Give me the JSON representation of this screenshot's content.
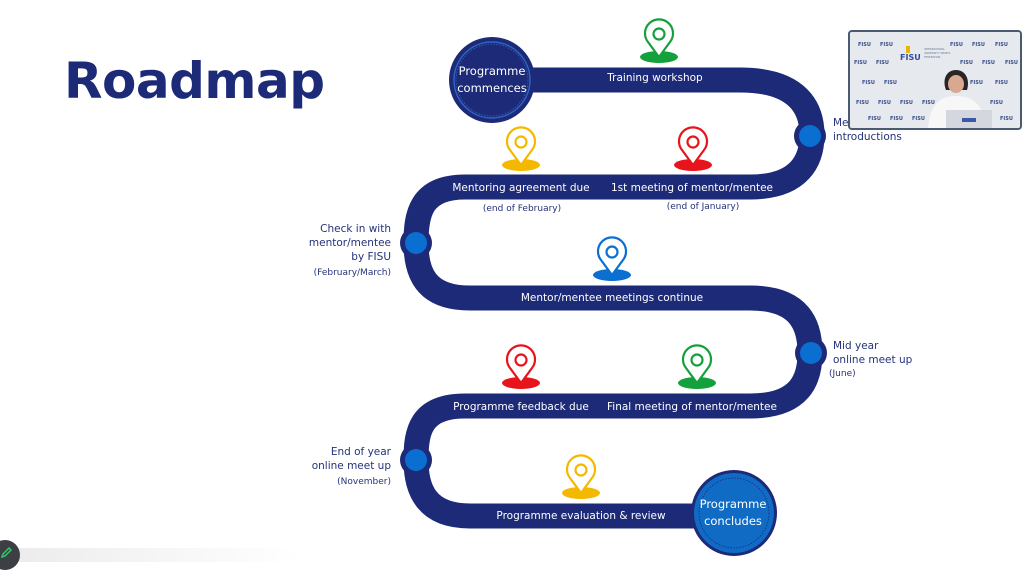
{
  "slide": {
    "title": "Roadmap",
    "colors": {
      "road": "#1c2a78",
      "node": "#0a6fd1",
      "text": "#24327a",
      "green": "#14a03c",
      "yellow": "#f5b800",
      "red": "#e8141c",
      "blue": "#0a6fd1"
    }
  },
  "start": {
    "line1": "Programme",
    "line2": "commences"
  },
  "end": {
    "line1": "Programme",
    "line2": "concludes"
  },
  "road_labels": {
    "training": "Training workshop",
    "agreement": "Mentoring agreement due",
    "agreement_sub": "(end of February)",
    "first_meeting": "1st meeting of mentor/mentee",
    "first_meeting_sub": "(end of January)",
    "meetings_continue": "Mentor/mentee meetings continue",
    "feedback": "Programme feedback due",
    "final_meeting": "Final meeting of mentor/mentee",
    "evaluation": "Programme evaluation & review"
  },
  "milestones": {
    "introductions": {
      "line1": "Me",
      "line2": "introductions"
    },
    "checkin": {
      "line1": "Check in with",
      "line2": "mentor/mentee",
      "line3": "by FISU",
      "sub": "(February/March)"
    },
    "midyear": {
      "line1": "Mid year",
      "line2": "online meet up",
      "sub": "(June)"
    },
    "endyear": {
      "line1": "End of year",
      "line2": "online meet up",
      "sub": "(November)"
    }
  },
  "pins": [
    {
      "name": "training-pin",
      "color": "green"
    },
    {
      "name": "agreement-pin",
      "color": "yellow"
    },
    {
      "name": "first-meeting-pin",
      "color": "red"
    },
    {
      "name": "meetings-continue-pin",
      "color": "blue"
    },
    {
      "name": "feedback-pin",
      "color": "red"
    },
    {
      "name": "final-meeting-pin",
      "color": "green"
    },
    {
      "name": "evaluation-pin",
      "color": "yellow"
    }
  ],
  "webcam": {
    "logo_text": "FISU",
    "org_text": "INTERNATIONAL UNIVERSITY SPORTS FEDERATION"
  },
  "tools": {
    "draw_icon": "pencil-icon"
  }
}
